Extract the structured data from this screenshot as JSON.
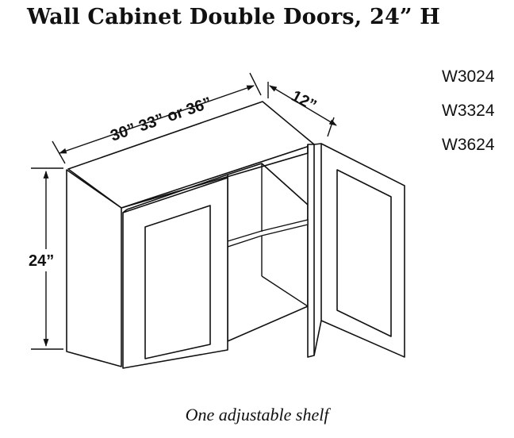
{
  "title": "Wall Cabinet Double Doors, 24” H",
  "models": [
    "W3024",
    "W3324",
    "W3624"
  ],
  "dimensions": {
    "width": "30” 33” or 36”",
    "depth": "12”",
    "height": "24”"
  },
  "caption": "One adjustable shelf"
}
